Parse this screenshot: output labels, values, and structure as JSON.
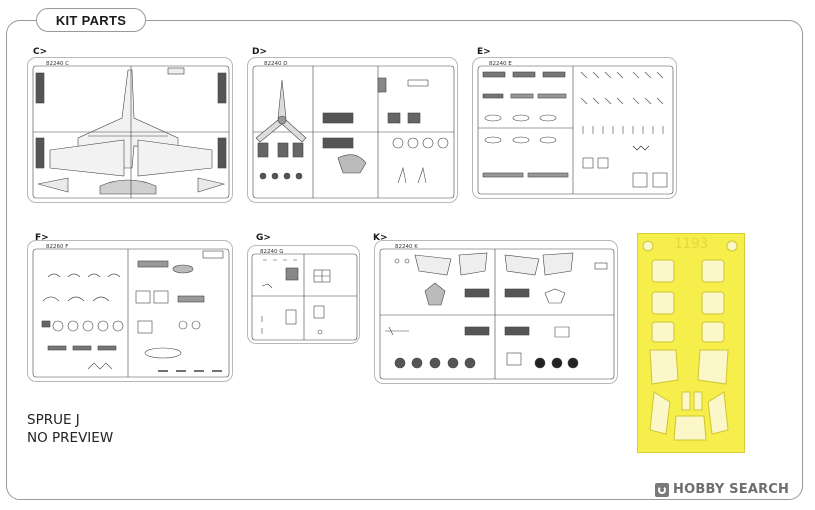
{
  "header": {
    "title": "KIT PARTS"
  },
  "sprues": [
    {
      "letter": "C>",
      "code": "82240 C"
    },
    {
      "letter": "D>",
      "code": "82240 D"
    },
    {
      "letter": "E>",
      "code": "82240 E"
    },
    {
      "letter": "F>",
      "code": "82260 F"
    },
    {
      "letter": "G>",
      "code": "82240 G"
    },
    {
      "letter": "K>",
      "code": "82240 K"
    }
  ],
  "note": {
    "line1": "SPRUE J",
    "line2": "NO PREVIEW"
  },
  "mask": {
    "number": "1193",
    "color": "#f6ee4b"
  },
  "watermark": {
    "text": "HOBBY SEARCH"
  }
}
